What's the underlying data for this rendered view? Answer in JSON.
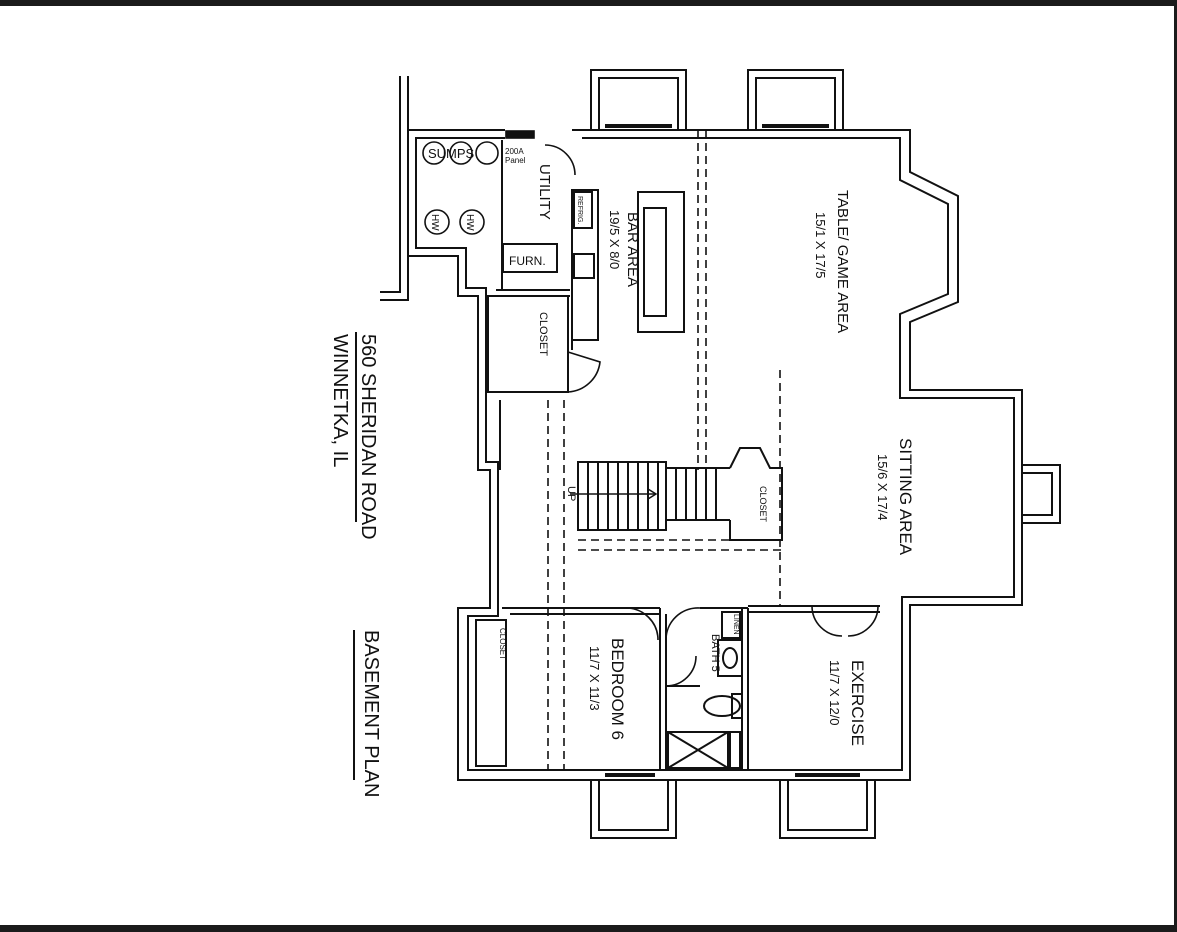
{
  "page": {
    "title_lines": [
      "560 SHERIDAN ROAD",
      "WINNETKA, IL"
    ],
    "plan_title": "BASEMENT PLAN"
  },
  "rooms": {
    "table_game": {
      "name": "TABLE/ GAME AREA",
      "dims": "15/1 X 17/5"
    },
    "sitting": {
      "name": "SITTING AREA",
      "dims": "15/6 X 17/4"
    },
    "bar": {
      "name": "BAR AREA",
      "dims": "19/5 X 8/0"
    },
    "utility": {
      "name": "UTILITY"
    },
    "closet_main": {
      "name": "CLOSET"
    },
    "closet_stair": {
      "name": "CLOSET"
    },
    "closet_bed": {
      "name": "CLOSET"
    },
    "bedroom": {
      "name": "BEDROOM 6",
      "dims": "11/7 X 11/3"
    },
    "bath": {
      "name": "BATH 5"
    },
    "linen": {
      "name": "LINEN"
    },
    "exercise": {
      "name": "EXERCISE",
      "dims": "11/7 X 12/0"
    }
  },
  "equipment": {
    "sumps": "SUMPS",
    "hw1": "HW",
    "hw2": "HW",
    "panel_line1": "200A",
    "panel_line2": "Panel",
    "furnace": "FURN.",
    "refrig": "REFRIG.",
    "stair_up": "UP"
  },
  "colors": {
    "ink": "#111111",
    "frame": "#1b1b1b",
    "paper": "#ffffff"
  }
}
